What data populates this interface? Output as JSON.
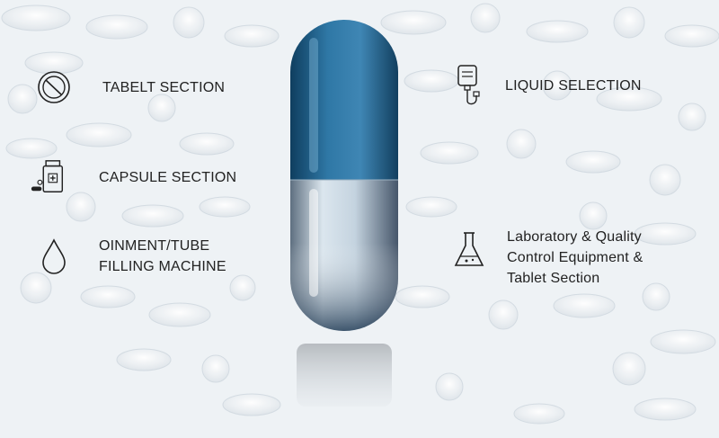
{
  "sections": {
    "tablet": {
      "label": "TABELT SECTION",
      "icon": "tablet-icon"
    },
    "capsule": {
      "label": "CAPSULE SECTION",
      "icon": "capsule-bottle-icon"
    },
    "ointment": {
      "line1": "OINMENT/TUBE",
      "line2": "FILLING MACHINE",
      "icon": "drop-icon"
    },
    "liquid": {
      "label": "LIQUID SELECTION",
      "icon": "iv-bag-icon"
    },
    "laboratory": {
      "line1": "Laboratory & Quality",
      "line2": "Control Equipment &",
      "line3": "Tablet Section",
      "icon": "flask-icon"
    }
  },
  "colors": {
    "capsule_top": "#2d6f9a",
    "capsule_bottom": "#b8c8d6",
    "text": "#222222",
    "background": "#eef2f5"
  }
}
